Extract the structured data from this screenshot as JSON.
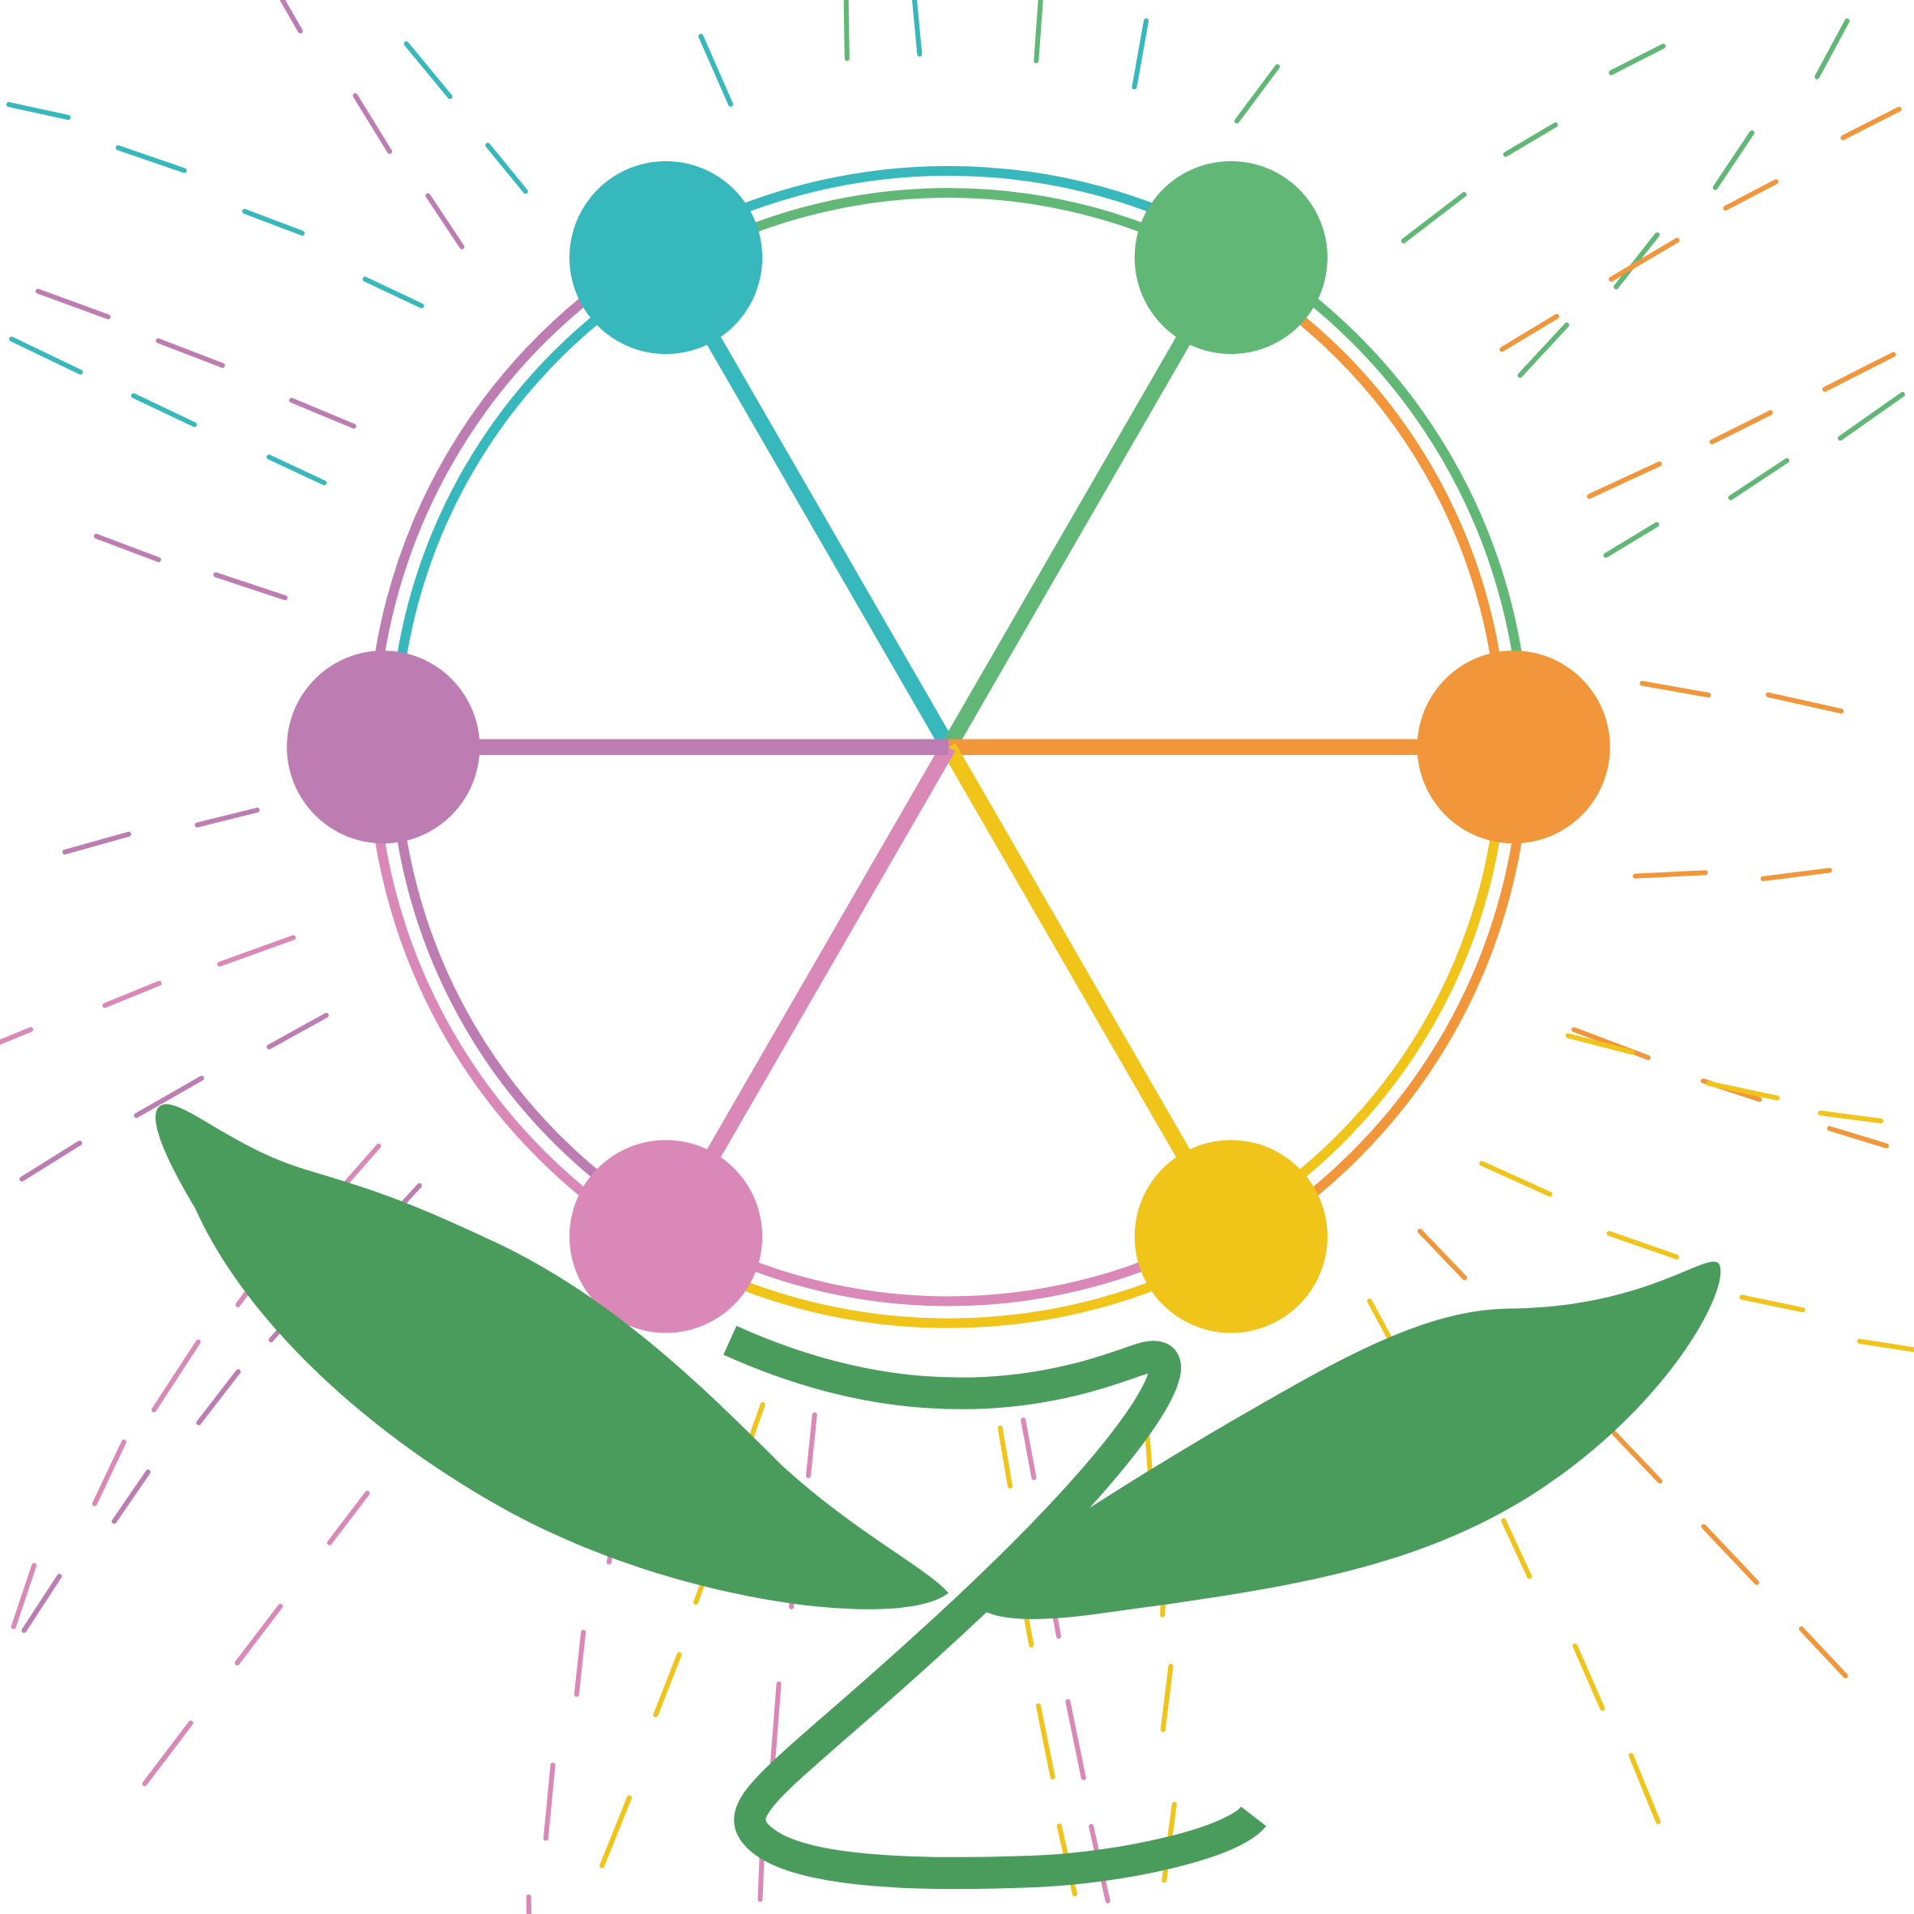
{
  "colors": {
    "teal": "#37b8bc",
    "green": "#61b775",
    "orange": "#f2963b",
    "yellow": "#f0c419",
    "pink": "#da88b7",
    "purple": "#bd7db3",
    "leaf": "#4a9c5d",
    "background": "#ffffff"
  },
  "nodes": [
    "teal",
    "green",
    "orange",
    "yellow",
    "pink",
    "purple"
  ]
}
